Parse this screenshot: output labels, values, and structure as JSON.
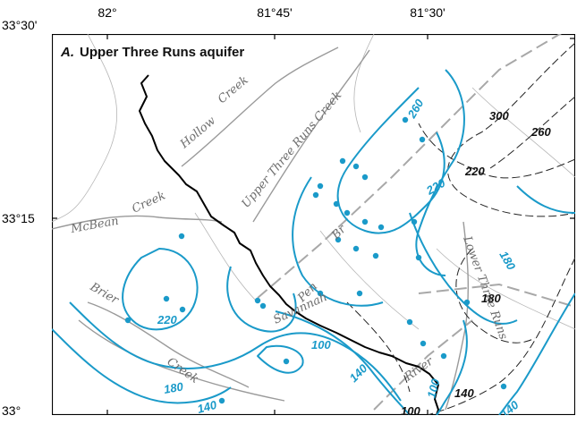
{
  "map": {
    "title_letter": "A.",
    "title_text": "Upper Three Runs aquifer",
    "longitude_ticks": [
      "82°",
      "81°45'",
      "81°30'"
    ],
    "latitude_ticks": [
      "33°30'",
      "33°15",
      "33°"
    ],
    "place_labels": {
      "hollow": "Hollow",
      "creek_hollow": "Creek",
      "upper_three_runs_creek": "Upper Three Runs Creek",
      "creek_mcbean": "Creek",
      "mcbean": "McBean",
      "brier": "Brier",
      "creek_brier": "Creek",
      "savannah": "Savannah",
      "river": "River",
      "pen": "Pen",
      "br": "Br",
      "lower_three_runs": "Lower Three Runs"
    },
    "contour_labels_blue": [
      "260",
      "220",
      "180",
      "220",
      "100",
      "140",
      "180",
      "140",
      "100",
      "140"
    ],
    "contour_labels_black": [
      "300",
      "260",
      "220",
      "180",
      "140",
      "100"
    ],
    "colors": {
      "contour_blue": "#1a9ac9",
      "well_point": "#1a9ac9",
      "boundary_black": "#000000",
      "river_gray": "#9a9a9a",
      "dashed_gray": "#a8a8a8"
    },
    "legend_symbols": [
      "well-point",
      "simulated-contour",
      "measured-contour"
    ]
  }
}
